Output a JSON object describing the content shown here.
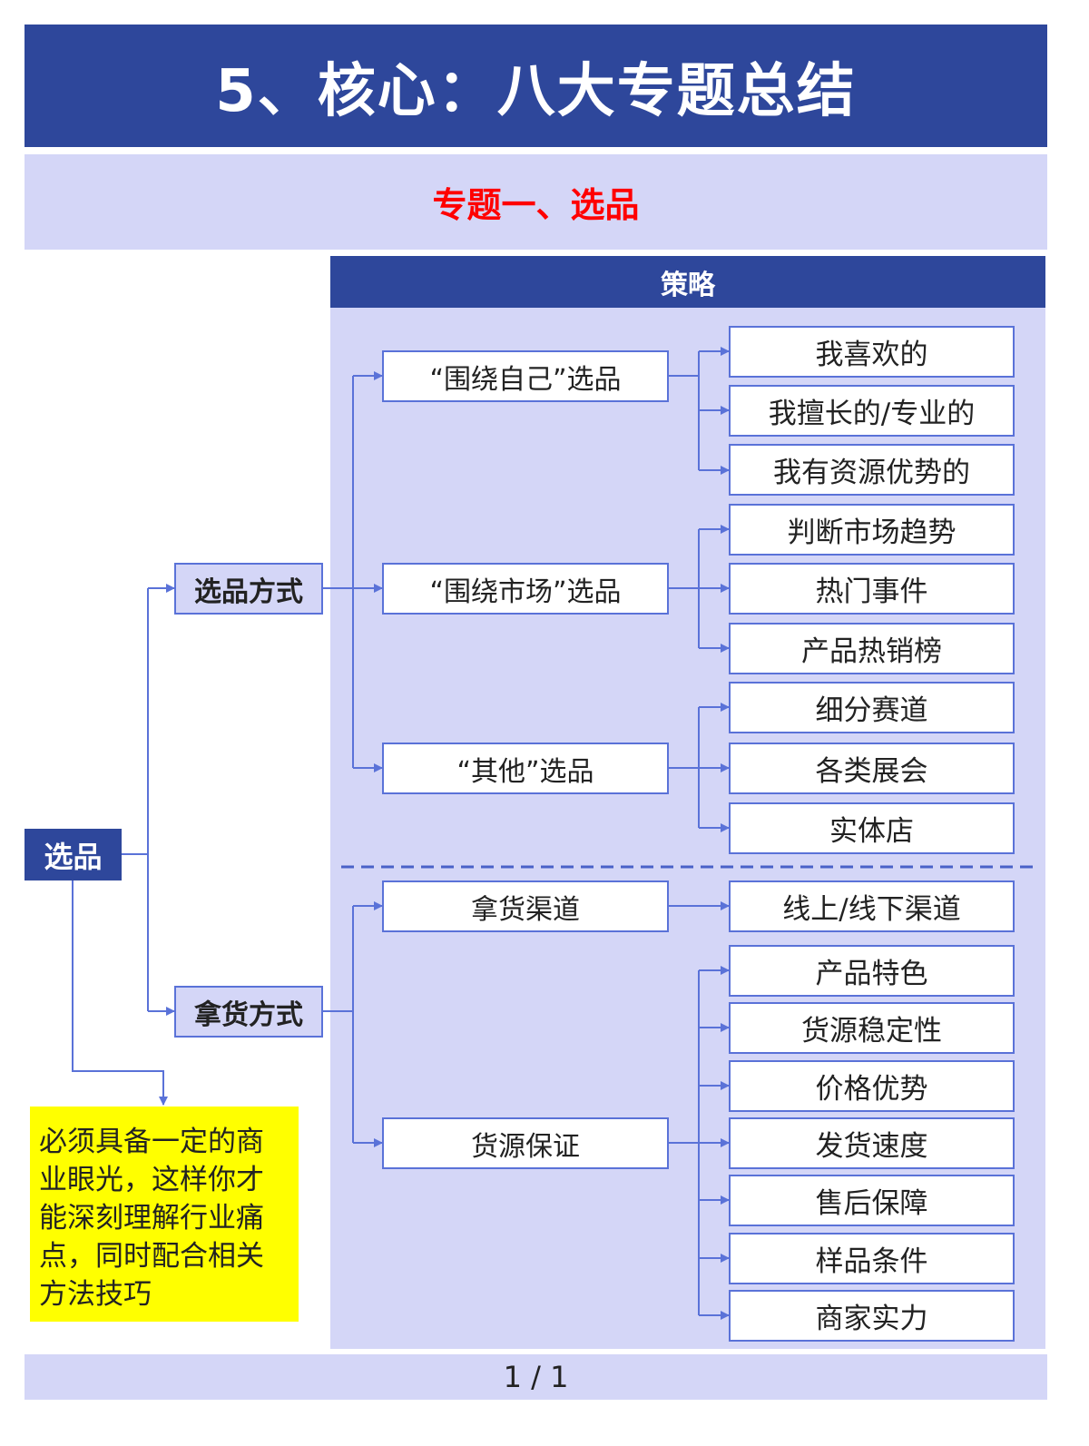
{
  "header": {
    "title": "5、核心：八大专题总结"
  },
  "subheader": {
    "title": "专题一、选品"
  },
  "strategy": {
    "label": "策略"
  },
  "root": {
    "label": "选品"
  },
  "methods": {
    "selection": {
      "label": "选品方式",
      "groups": [
        {
          "label": "“围绕自己”选品",
          "leaves": [
            "我喜欢的",
            "我擅长的/专业的",
            "我有资源优势的"
          ]
        },
        {
          "label": "“围绕市场”选品",
          "leaves": [
            "判断市场趋势",
            "热门事件",
            "产品热销榜"
          ]
        },
        {
          "label": "“其他”选品",
          "leaves": [
            "细分赛道",
            "各类展会",
            "实体店"
          ]
        }
      ]
    },
    "sourcing": {
      "label": "拿货方式",
      "groups": [
        {
          "label": "拿货渠道",
          "leaves": [
            "线上/线下渠道"
          ]
        },
        {
          "label": "货源保证",
          "leaves": [
            "产品特色",
            "货源稳定性",
            "价格优势",
            "发货速度",
            "售后保障",
            "样品条件",
            "商家实力"
          ]
        }
      ]
    }
  },
  "note": {
    "lines": [
      "必须具备一定的商",
      "业眼光，这样你才",
      "能深刻理解行业痛",
      "点，同时配合相关",
      "方法技巧"
    ]
  },
  "footer": {
    "page": "1 / 1"
  },
  "colors": {
    "primary": "#2e479b",
    "light": "#d4d6f7",
    "line": "#5a72d8",
    "accent": "#ff0000",
    "note": "#ffff00"
  }
}
